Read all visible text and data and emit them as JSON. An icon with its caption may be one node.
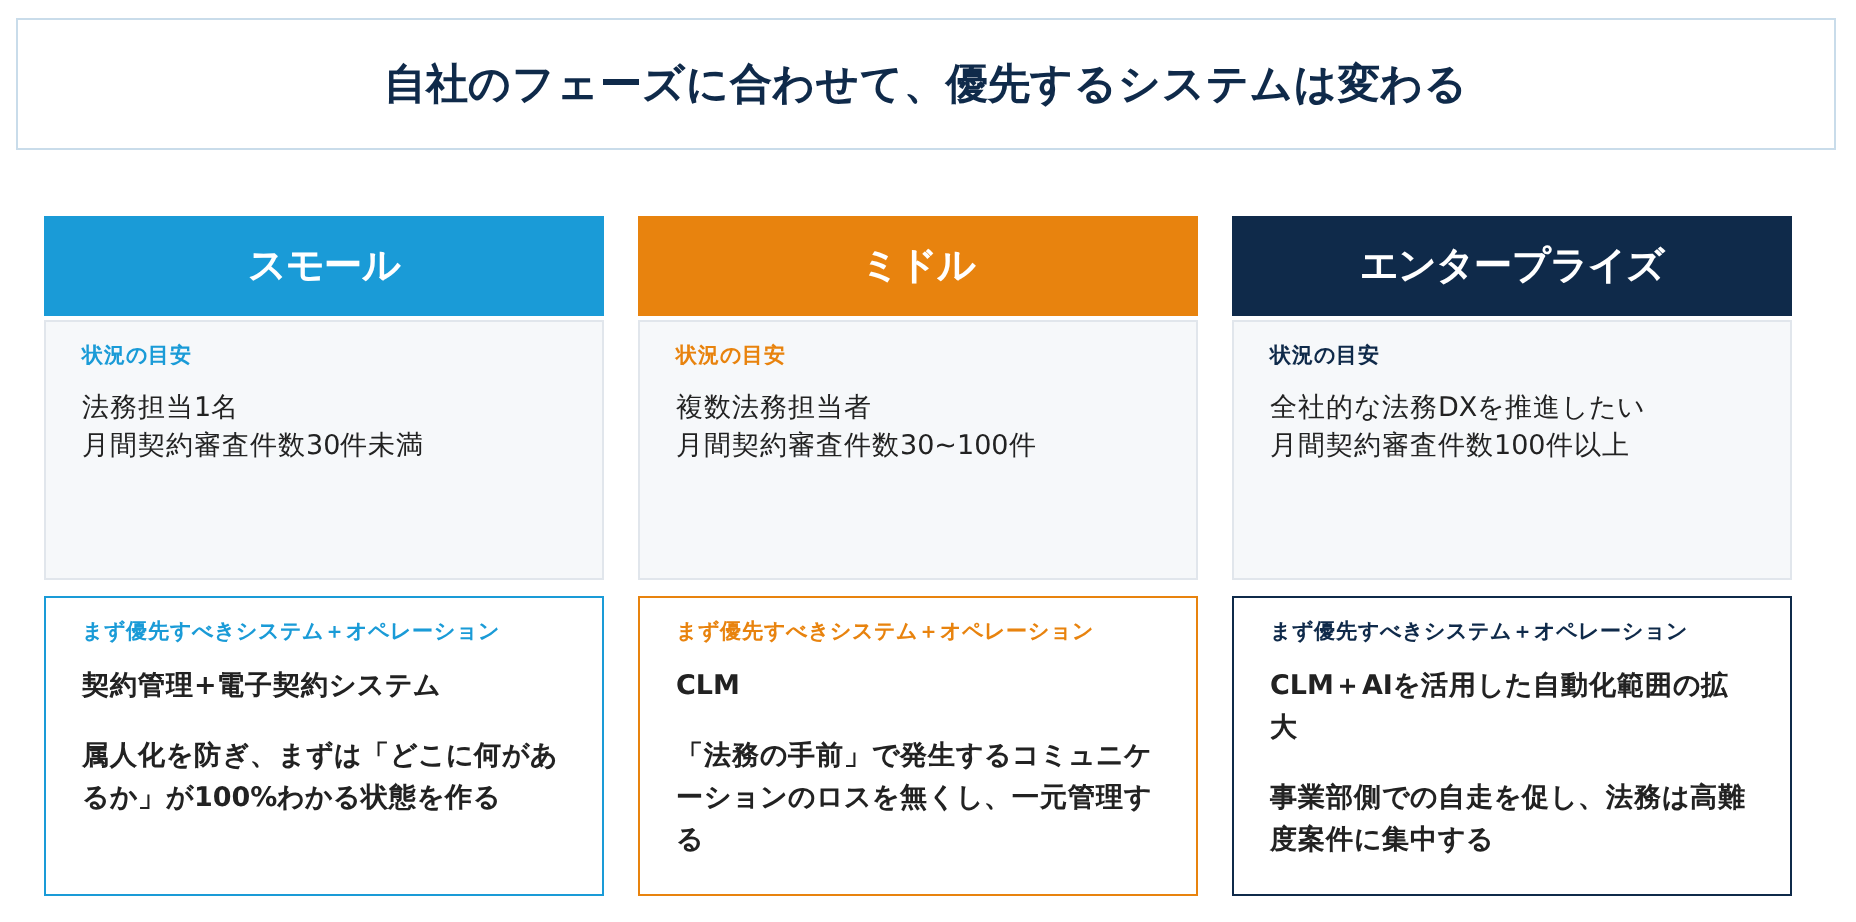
{
  "diagram": {
    "title": "自社のフェーズに合わせて、優先するシステムは変わる",
    "nodes": [
      {
        "text": [
          "スモール"
        ]
      },
      {
        "text": [
          "状況の目安",
          "法務担当1名",
          "月間契約審査件数30件未満"
        ]
      },
      {
        "text": [
          "まず優先すべきシステム＋オペレーション",
          "契約管理+電子契約システム",
          "属人化を防ぎ、まずは「どこに何があるか」が100%わかる状態を作る"
        ]
      },
      {
        "text": [
          "ミドル"
        ]
      },
      {
        "text": [
          "状況の目安",
          "複数法務担当者",
          "月間契約審査件数30~100件"
        ]
      },
      {
        "text": [
          "まず優先すべきシステム＋オペレーション",
          "CLM",
          "「法務の手前」で発生するコミュニケーションのロスを無くし、一元管理する"
        ]
      },
      {
        "text": [
          "エンタープライズ"
        ]
      },
      {
        "text": [
          "状況の目安",
          "全社的な法務DXを推進したい",
          "月間契約審査件数100件以上"
        ]
      },
      {
        "text": [
          "まず優先すべきシステム＋オペレーション",
          "CLM＋AIを活用した自動化範囲の拡大",
          "事業部側での自走を促し、法務は高難度案件に集中する"
        ]
      }
    ]
  }
}
